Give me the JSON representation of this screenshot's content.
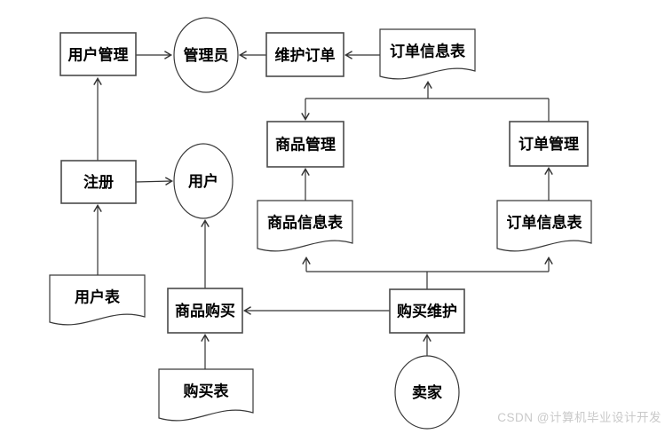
{
  "diagram": {
    "title": "system data flow diagram",
    "colors": {
      "background": "#ffffff",
      "box_stroke": "#4a4a4a",
      "line_stroke": "#333333",
      "text": "#000000",
      "watermark": "#c9c9c9"
    },
    "nodes": {
      "user_management": {
        "label": "用户管理",
        "type": "process"
      },
      "admin": {
        "label": "管理员",
        "type": "entity"
      },
      "maintain_order": {
        "label": "维护订单",
        "type": "process"
      },
      "order_info_table_top": {
        "label": "订单信息表",
        "type": "datastore"
      },
      "product_management": {
        "label": "商品管理",
        "type": "process"
      },
      "order_management": {
        "label": "订单管理",
        "type": "process"
      },
      "product_info_table": {
        "label": "商品信息表",
        "type": "datastore"
      },
      "order_info_table_right": {
        "label": "订单信息表",
        "type": "datastore"
      },
      "register": {
        "label": "注册",
        "type": "process"
      },
      "user": {
        "label": "用户",
        "type": "entity"
      },
      "user_table": {
        "label": "用户表",
        "type": "datastore"
      },
      "product_purchase": {
        "label": "商品购买",
        "type": "process"
      },
      "purchase_table": {
        "label": "购买表",
        "type": "datastore"
      },
      "purchase_maintain": {
        "label": "购买维护",
        "type": "process"
      },
      "seller": {
        "label": "卖家",
        "type": "entity"
      }
    },
    "edges": [
      "用户管理 → 管理员",
      "维护订单 → 管理员",
      "订单信息表(上) → 维护订单",
      "注册 → 用户管理",
      "用户表 → 注册",
      "注册 → 用户",
      "商品购买 → 用户",
      "购买表 → 商品购买",
      "购买维护 → 商品购买",
      "卖家 → 购买维护",
      "购买维护 → 商品信息表",
      "购买维护 → 订单信息表(右)",
      "商品信息表 → 商品管理",
      "订单信息表(右) → 订单管理",
      "连接线 → 商品管理 / 订单管理 / 订单信息表(上)"
    ]
  },
  "watermark": {
    "text": "CSDN @计算机毕业设计开发"
  }
}
